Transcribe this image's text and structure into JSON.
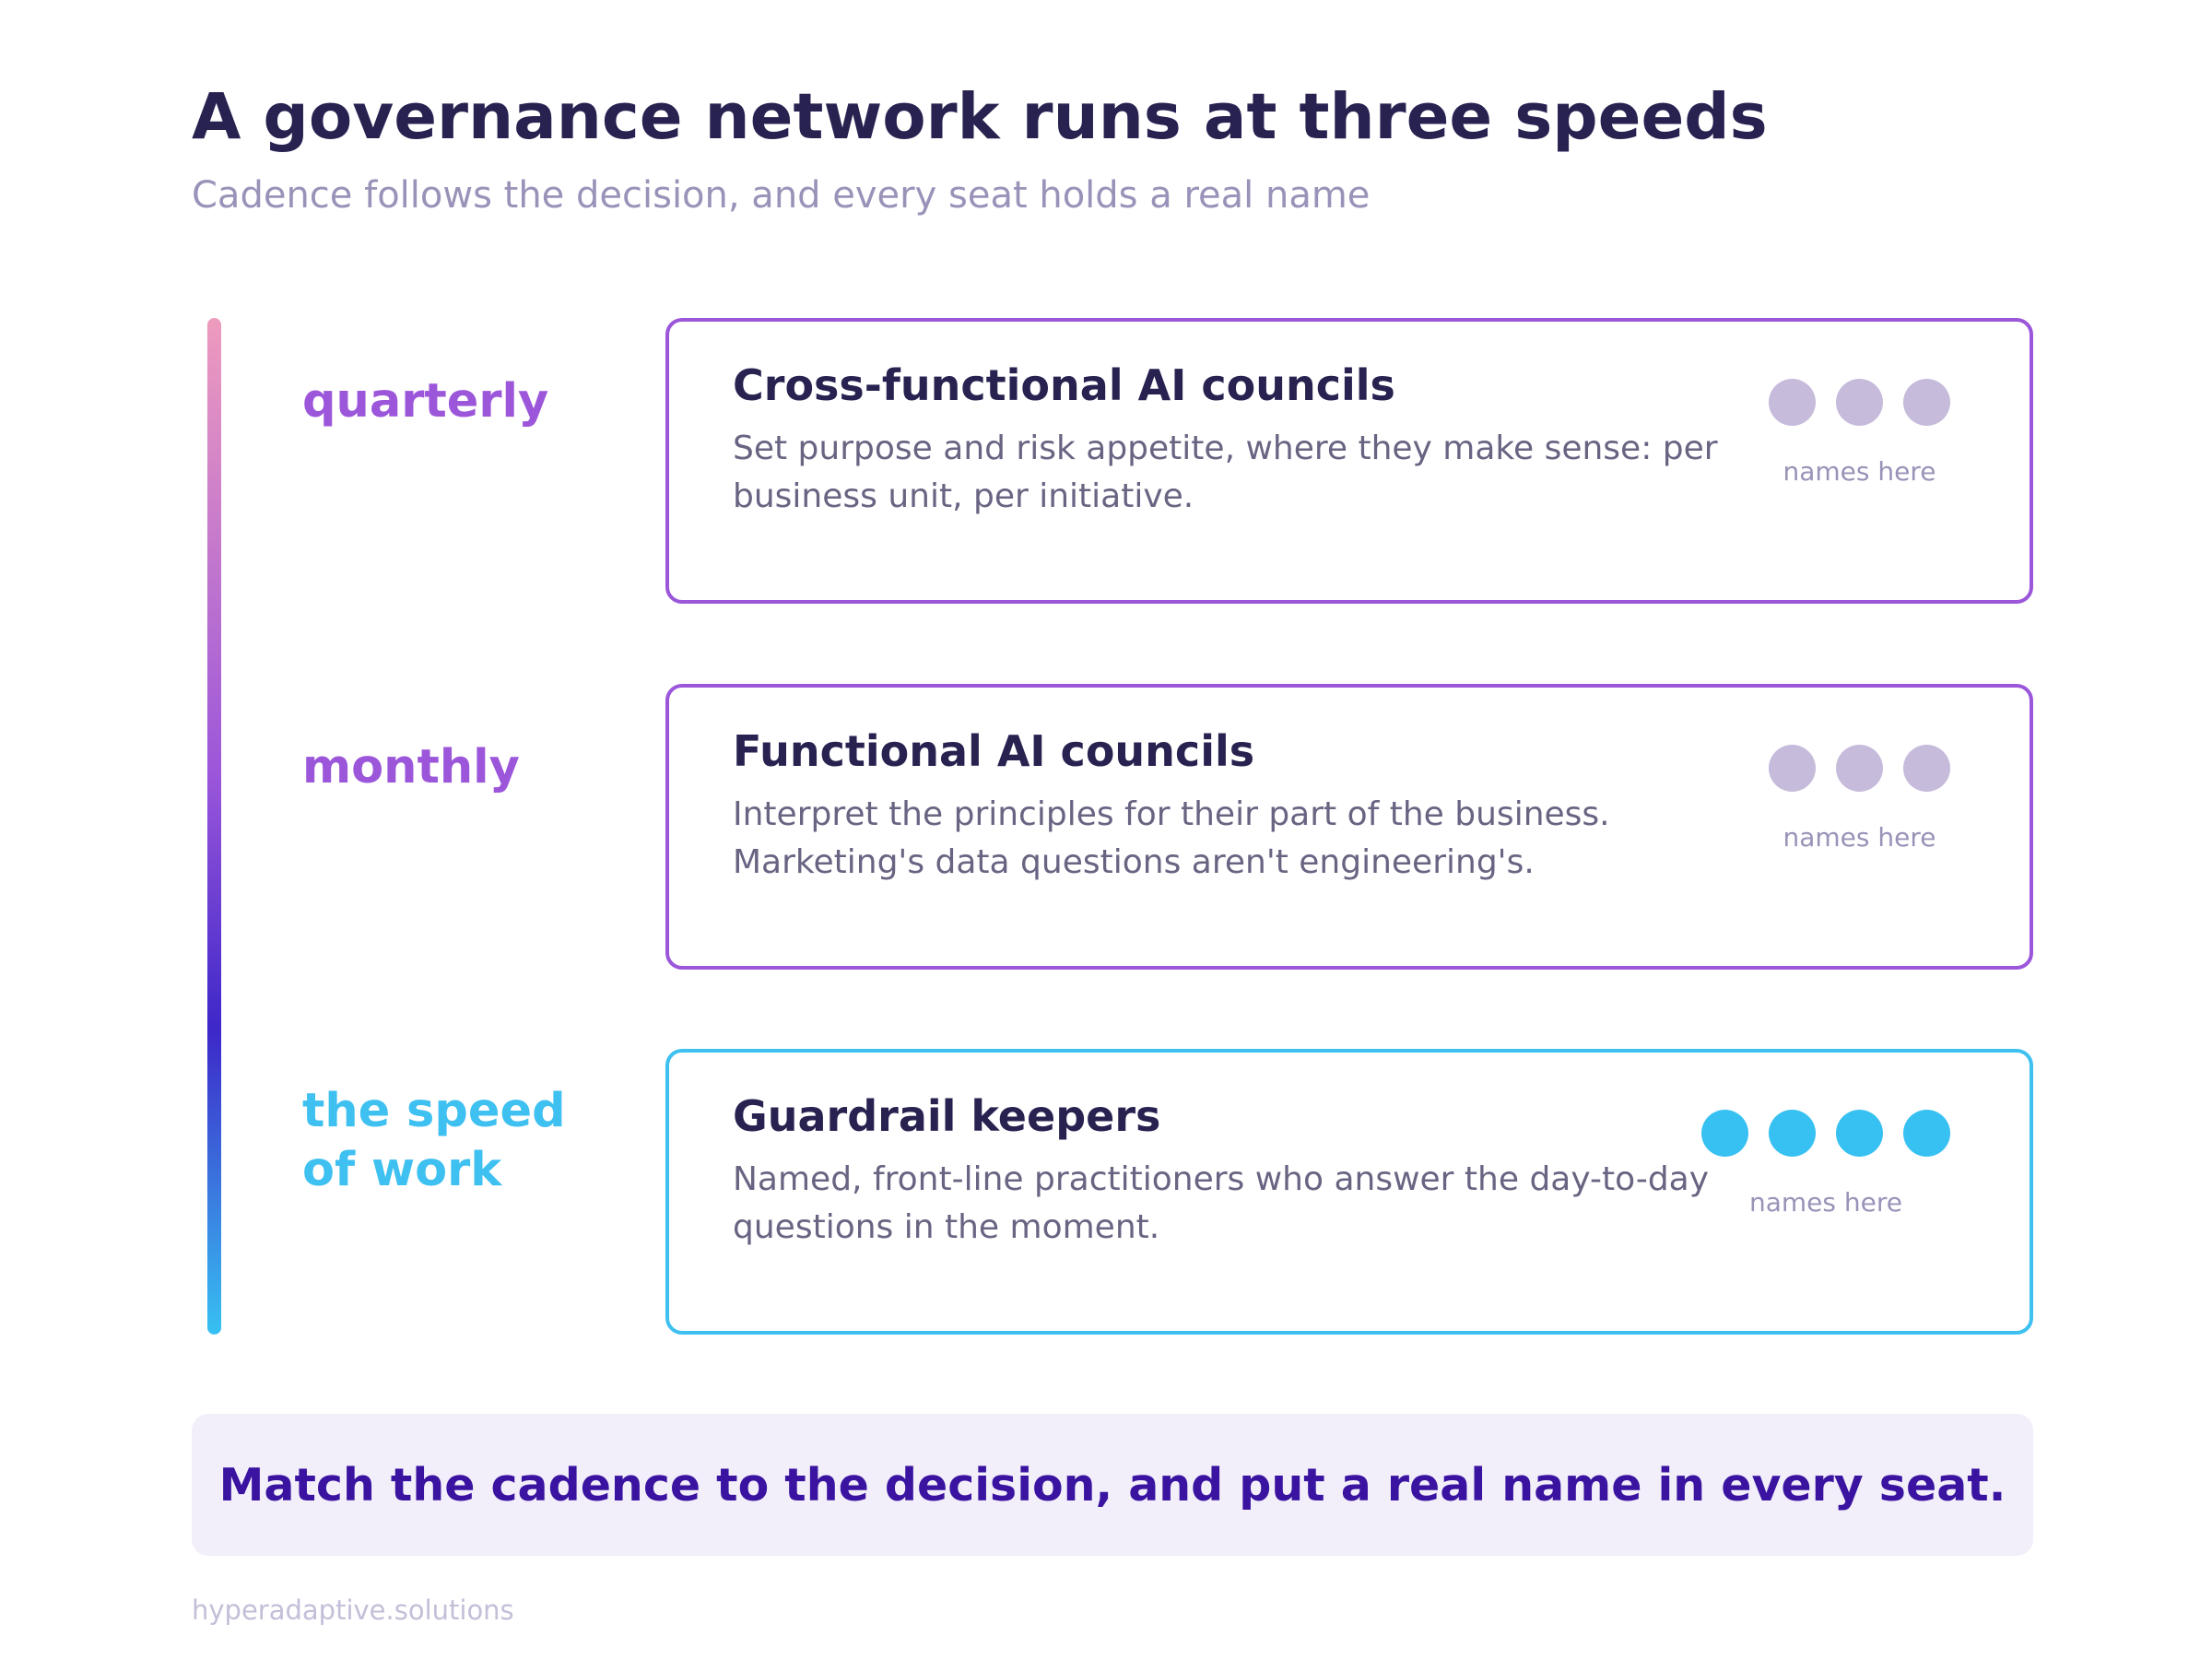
{
  "header": {
    "title": "A governance network runs at three speeds",
    "subtitle": "Cadence follows the decision, and every seat holds a real name"
  },
  "tiers": [
    {
      "cadence": "quarterly",
      "title": "Cross-functional AI councils",
      "description": "Set purpose and risk appetite, where they make sense: per business unit, per initiative.",
      "seats": 3,
      "names_label": "names here",
      "color": "#9b56da",
      "dot_color": "#c6bbdb"
    },
    {
      "cadence": "monthly",
      "title": "Functional AI councils",
      "description": "Interpret the principles for their part of the business. Marketing's data questions aren't engineering's.",
      "seats": 3,
      "names_label": "names here",
      "color": "#9b56da",
      "dot_color": "#c6bbdb"
    },
    {
      "cadence": "the speed\nof work",
      "title": "Guardrail keepers",
      "description": "Named, front-line practitioners who answer the day-to-day questions in the moment.",
      "seats": 4,
      "names_label": "names here",
      "color": "#3ec0f0",
      "dot_color": "#37c1f2"
    }
  ],
  "banner": {
    "text": "Match the cadence to the decision, and put a real name in every seat."
  },
  "footer": {
    "source": "hyperadaptive.solutions"
  }
}
